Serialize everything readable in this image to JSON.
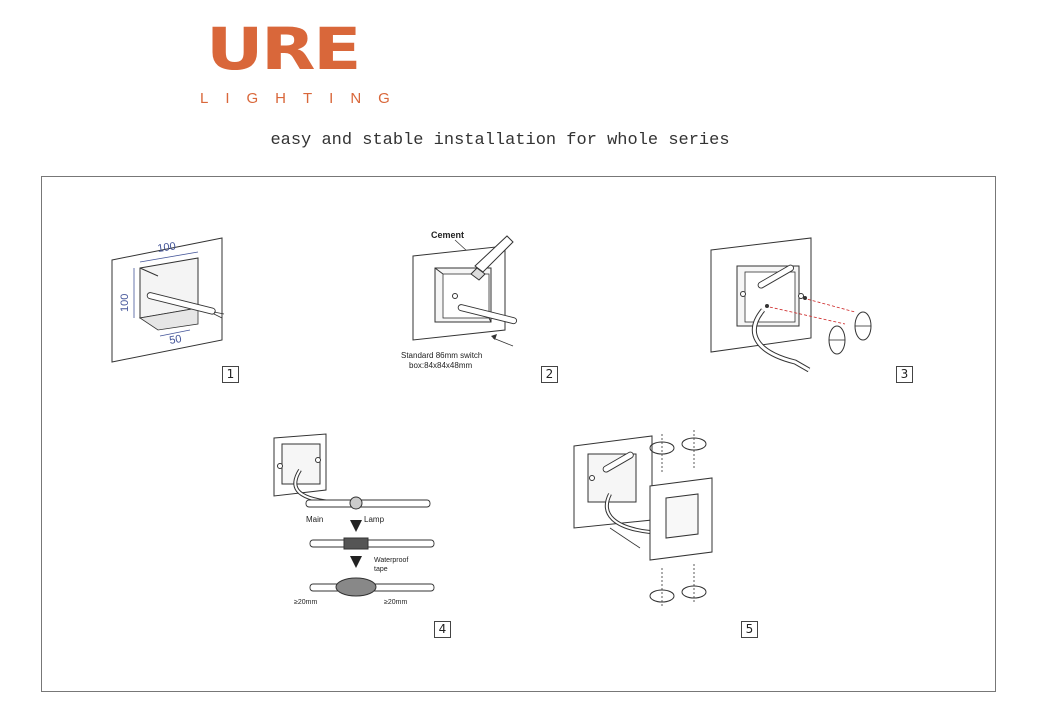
{
  "brand": {
    "logo_text": "URE",
    "sub_text": "LIGHTING",
    "color": "#d9673a"
  },
  "headline": "easy and stable installation for whole series",
  "steps": [
    {
      "number": "1",
      "dims": {
        "top": "100",
        "side": "100",
        "depth": "50"
      }
    },
    {
      "number": "2",
      "callout": "Cement",
      "caption_line1": "Standard 86mm switch",
      "caption_line2": "box:84x84x48mm"
    },
    {
      "number": "3"
    },
    {
      "number": "4",
      "labels": {
        "main": "Main",
        "lamp": "Lamp",
        "waterproof_1": "Waterproof",
        "waterproof_2": "tape",
        "gap_left": "≥20mm",
        "gap_right": "≥20mm"
      }
    },
    {
      "number": "5"
    }
  ]
}
